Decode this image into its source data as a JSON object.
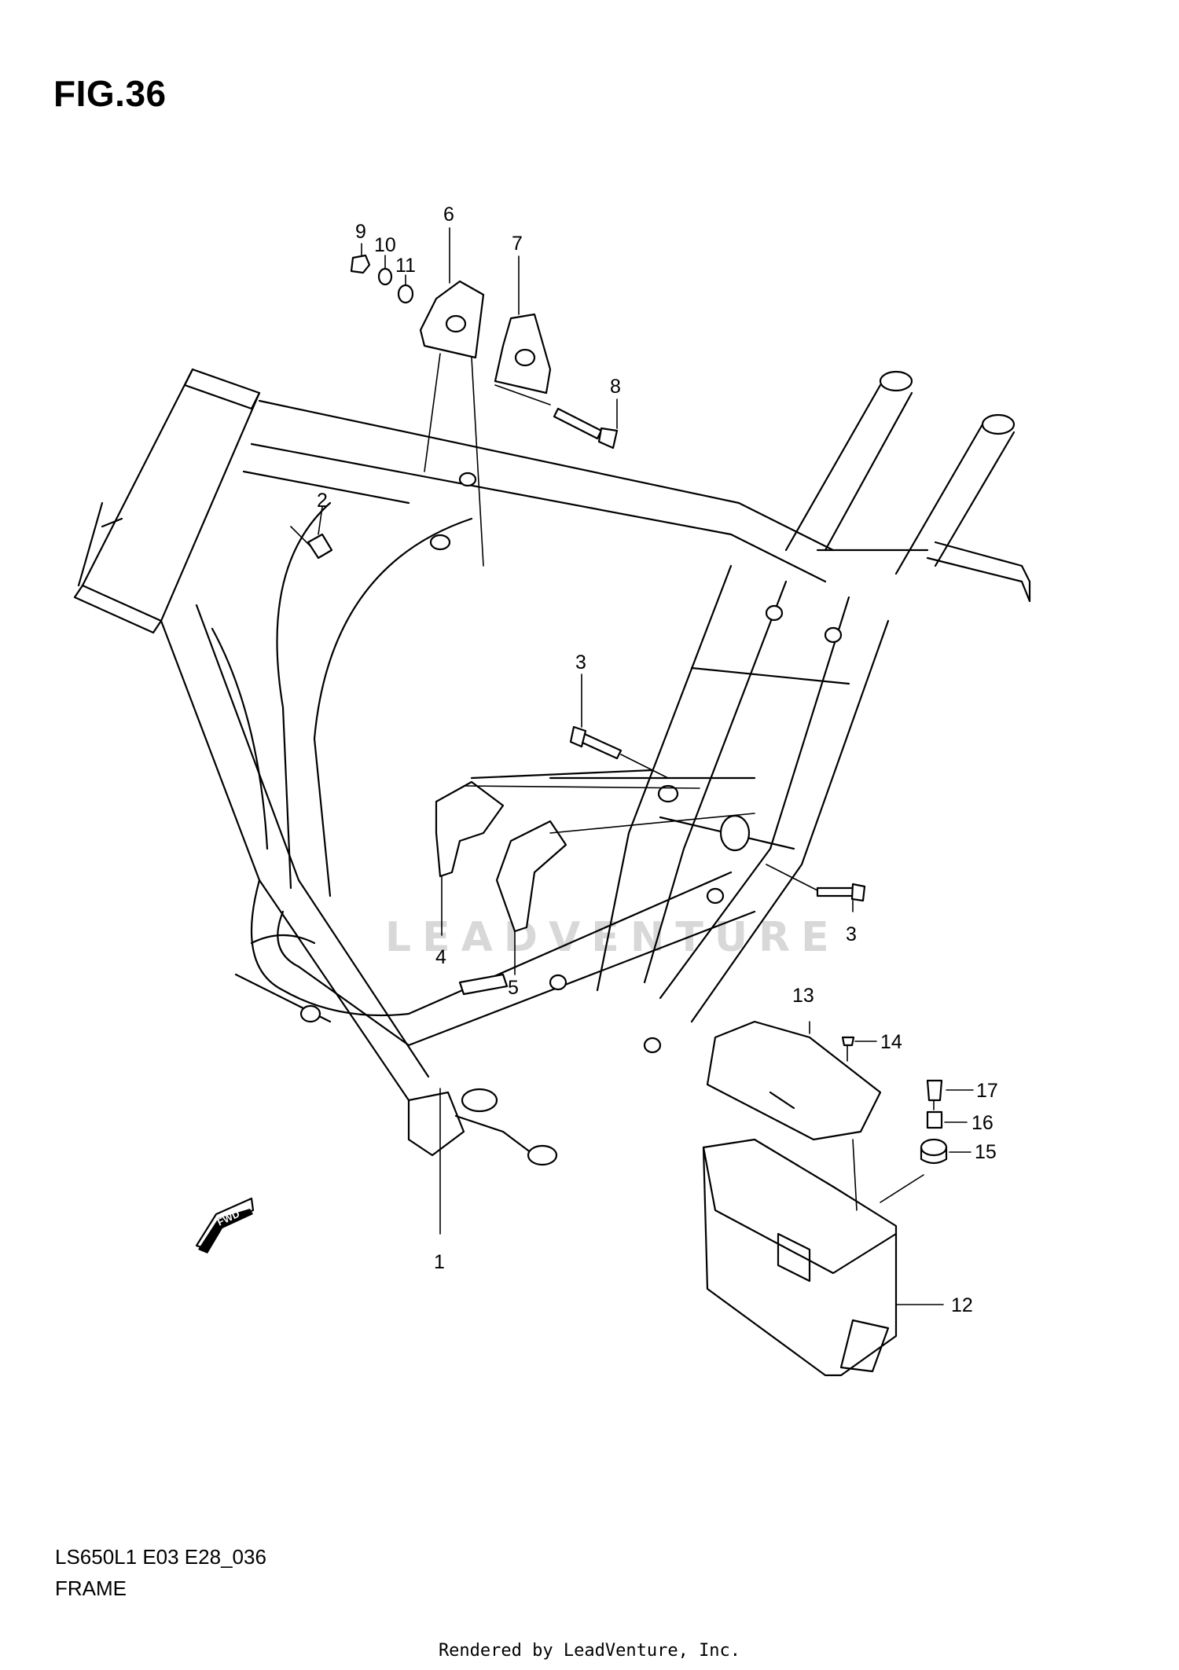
{
  "figure": {
    "title": "FIG.36",
    "model_code": "LS650L1 E03 E28_036",
    "name": "FRAME"
  },
  "callouts": [
    "1",
    "2",
    "3",
    "3",
    "4",
    "5",
    "6",
    "7",
    "8",
    "9",
    "10",
    "11",
    "12",
    "13",
    "14",
    "15",
    "16",
    "17"
  ],
  "fwd_label": "FWD",
  "watermark": "LEADVENTURE",
  "rendered_by": "Rendered by LeadVenture, Inc."
}
